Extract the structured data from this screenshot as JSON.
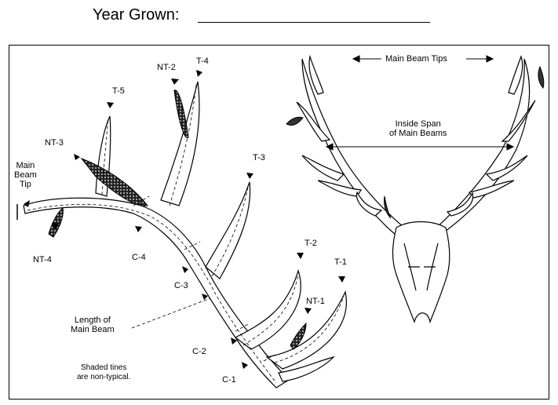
{
  "header": {
    "year_grown_label": "Year Grown:"
  },
  "labels": {
    "main_beam_tip": [
      "Main",
      "Beam",
      "Tip"
    ],
    "nt4": "NT-4",
    "nt3": "NT-3",
    "t5": "T-5",
    "nt2": "NT-2",
    "t4": "T-4",
    "t3": "T-3",
    "c4": "C-4",
    "c3": "C-3",
    "t2": "T-2",
    "t1": "T-1",
    "nt1": "NT-1",
    "length_of_main_beam": [
      "Length of",
      "Main Beam"
    ],
    "c2": "C-2",
    "c1": "C-1",
    "shaded_note": [
      "Shaded tines",
      "are non-typical."
    ],
    "main_beam_tips": "Main Beam Tips",
    "inside_span": [
      "Inside Span",
      "of Main Beams"
    ]
  }
}
